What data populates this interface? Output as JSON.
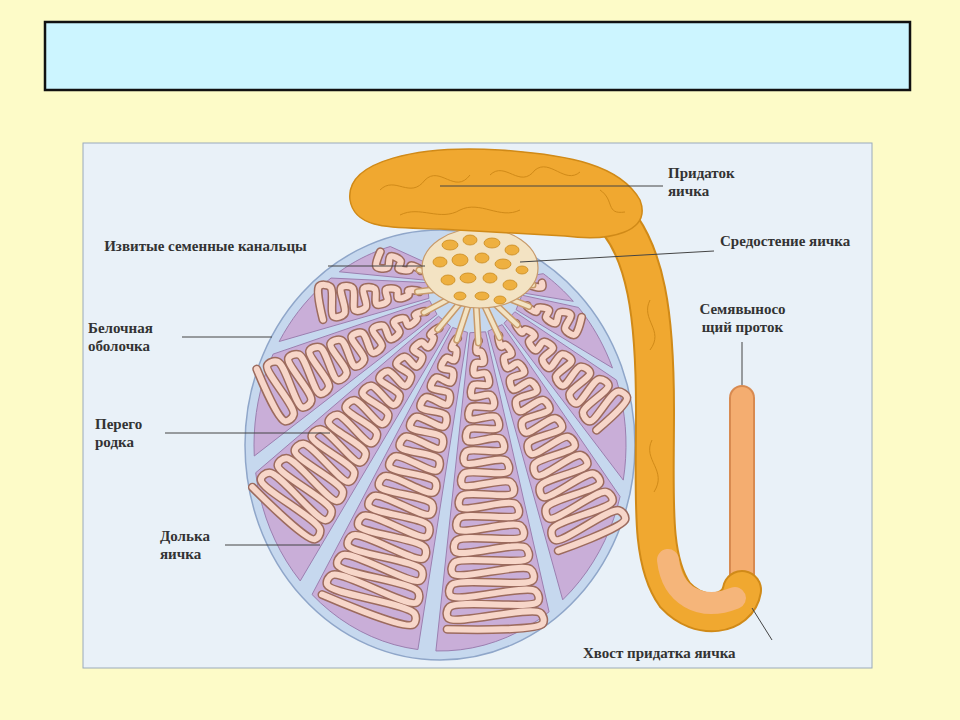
{
  "diagram": {
    "labels": [
      "Придаток яичка",
      "Извитые семенные канальцы",
      "Средостение яичка",
      "Белочная оболочка",
      "Семявыносо щий проток",
      "Перего родка",
      "Долька яичка",
      "Хвост придатка яичка"
    ]
  }
}
